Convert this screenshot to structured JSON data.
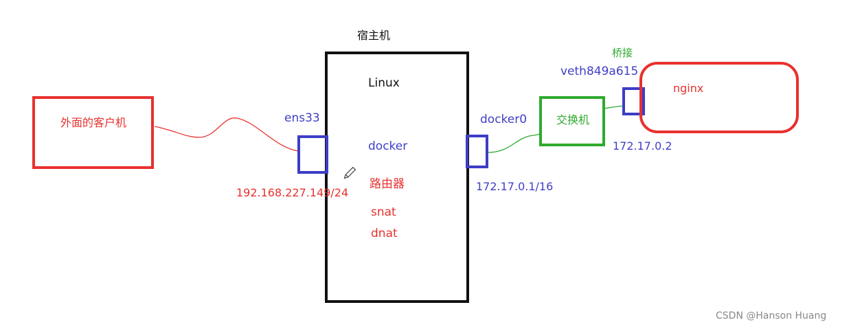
{
  "host": {
    "title": "宿主机",
    "os": "Linux",
    "docker": "docker",
    "router": "路由器",
    "snat": "snat",
    "dnat": "dnat"
  },
  "client": {
    "label": "外面的客户机"
  },
  "ens33": {
    "name": "ens33",
    "ip": "192.168.227.149/24"
  },
  "docker0": {
    "name": "docker0",
    "ip": "172.17.0.1/16"
  },
  "switch": {
    "label": "交换机"
  },
  "bridge": {
    "label": "桥接"
  },
  "veth": {
    "name": "veth849a615"
  },
  "container": {
    "label": "nginx",
    "ip": "172.17.0.2"
  },
  "watermark": "CSDN @Hanson Huang",
  "colors": {
    "red": "#e8312e",
    "blue": "#4040c8",
    "green": "#2faa2f",
    "black": "#111111"
  },
  "icons": {
    "pencil": "pencil-icon"
  }
}
